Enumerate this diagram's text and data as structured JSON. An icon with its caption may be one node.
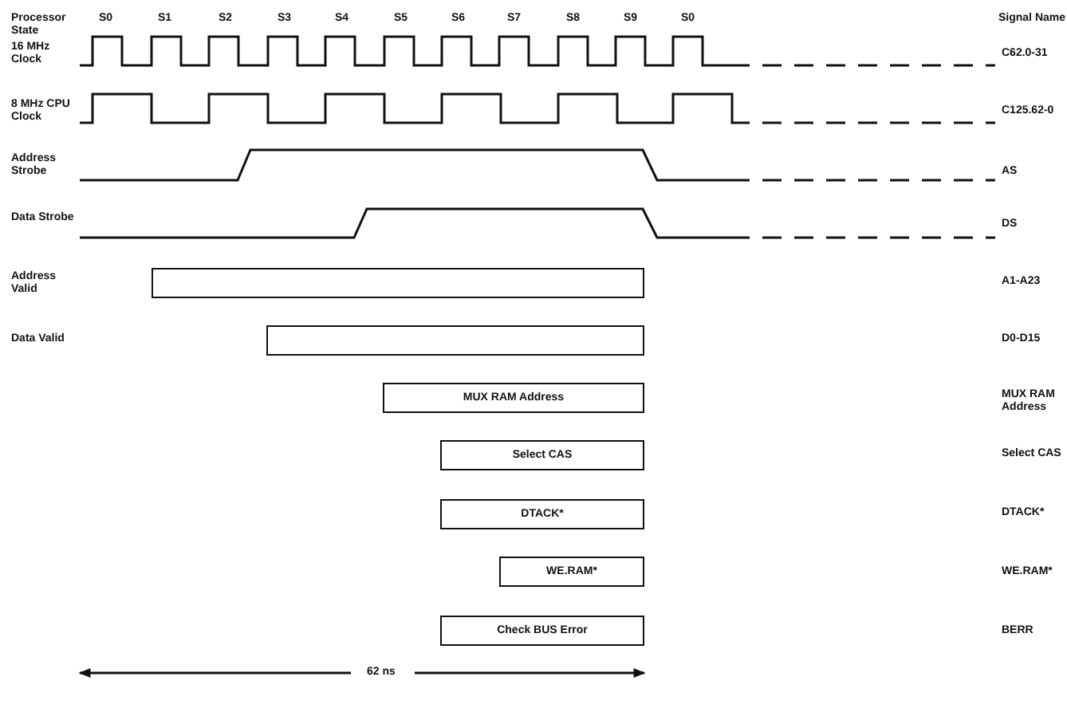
{
  "diagram": {
    "nodes": [
      {
        "text": [],
        "shape": "bar"
      },
      {
        "text": [],
        "shape": "bar"
      },
      {
        "text": [
          "MUX RAM Address"
        ]
      },
      {
        "text": [
          "Select CAS"
        ]
      },
      {
        "text": [
          "DTACK*"
        ]
      },
      {
        "text": [
          "WE.RAM*"
        ]
      },
      {
        "text": [
          "Check BUS Error"
        ]
      }
    ],
    "labels": [
      "Processor State",
      "S0",
      "S1",
      "S2",
      "S3",
      "S4",
      "S5",
      "S6",
      "S7",
      "S8",
      "S9",
      "S0",
      "Signal Name",
      "16 MHz Clock",
      "C62.0-31",
      "8 MHz CPU Clock",
      "C125.62-0",
      "Address Strobe",
      "AS",
      "Data Strobe",
      "DS",
      "Address Valid",
      "A1-A23",
      "Data Valid",
      "D0-D15",
      "MUX RAM Address",
      "Select CAS",
      "DTACK*",
      "WE.RAM*",
      "BERR",
      "62 ns"
    ]
  }
}
